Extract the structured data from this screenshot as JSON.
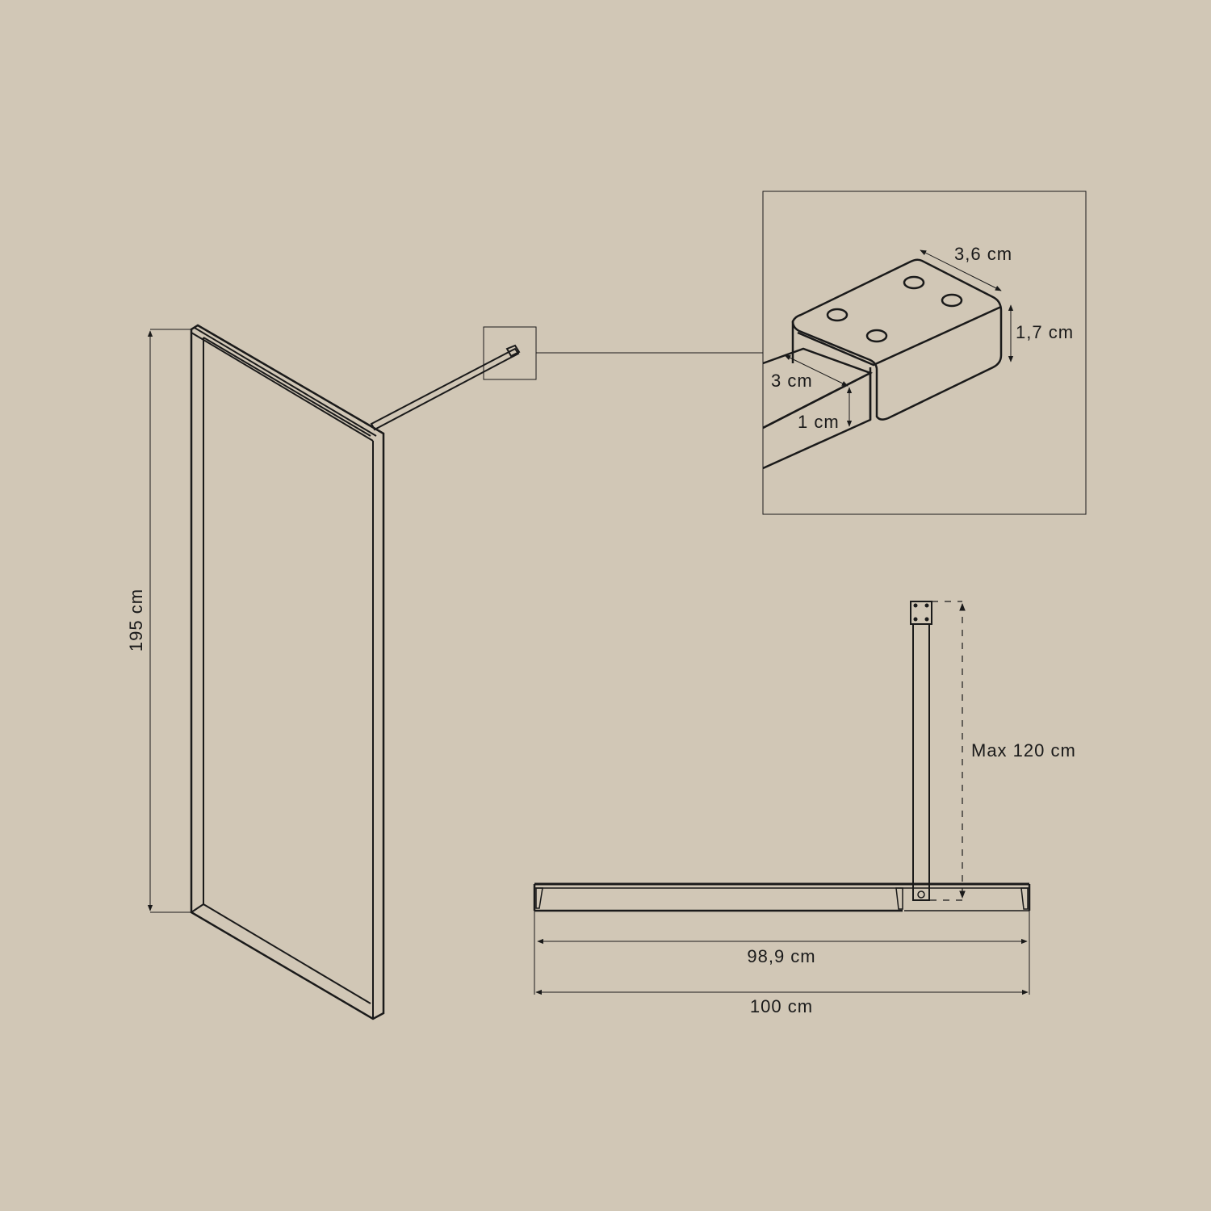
{
  "background": "#d1c7b6",
  "line_color": "#1a1a1a",
  "dimensions": {
    "height": "195 cm",
    "bracket_length": "3,6 cm",
    "bracket_height": "1,7 cm",
    "bar_width": "3 cm",
    "bar_height": "1 cm",
    "arm_length": "Max 120 cm",
    "glass_width": "98,9 cm",
    "total_width": "100 cm"
  }
}
